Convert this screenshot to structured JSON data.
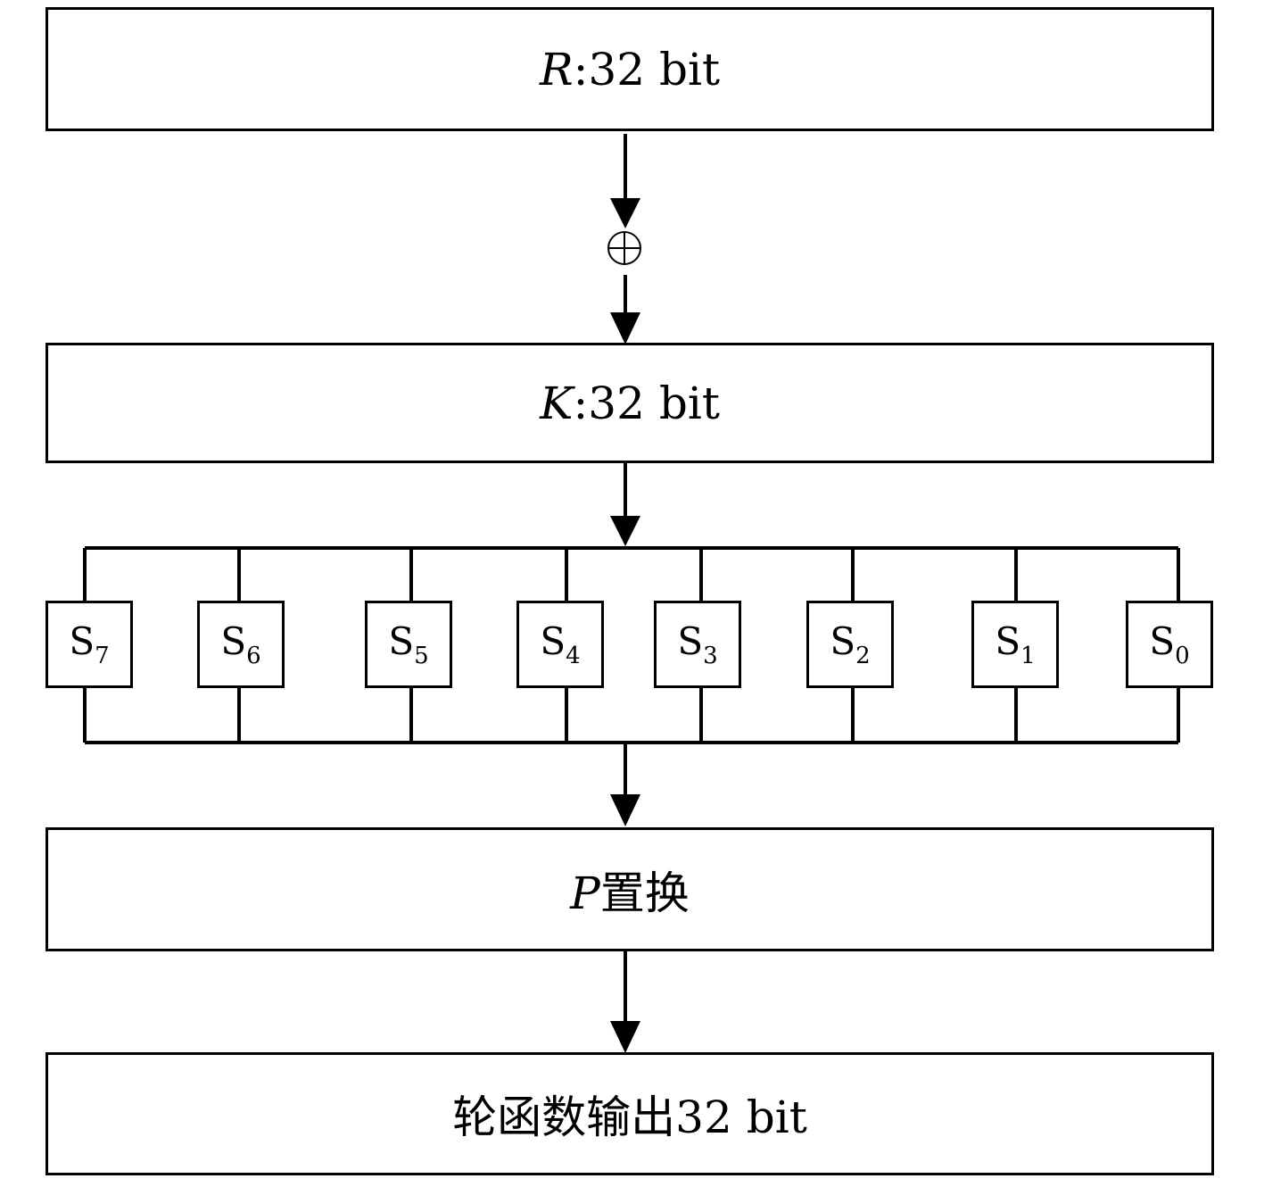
{
  "blocks": {
    "r_input": {
      "var": "R",
      "text": ":32 bit"
    },
    "k_key": {
      "var": "K",
      "text": ":32 bit"
    },
    "p_perm": {
      "var": "P",
      "text": "置换"
    },
    "output": {
      "text": "轮函数输出32 bit"
    }
  },
  "xor_symbol": "⊕",
  "sboxes": [
    {
      "name": "S",
      "sub": "7"
    },
    {
      "name": "S",
      "sub": "6"
    },
    {
      "name": "S",
      "sub": "5"
    },
    {
      "name": "S",
      "sub": "4"
    },
    {
      "name": "S",
      "sub": "3"
    },
    {
      "name": "S",
      "sub": "2"
    },
    {
      "name": "S",
      "sub": "1"
    },
    {
      "name": "S",
      "sub": "0"
    }
  ]
}
